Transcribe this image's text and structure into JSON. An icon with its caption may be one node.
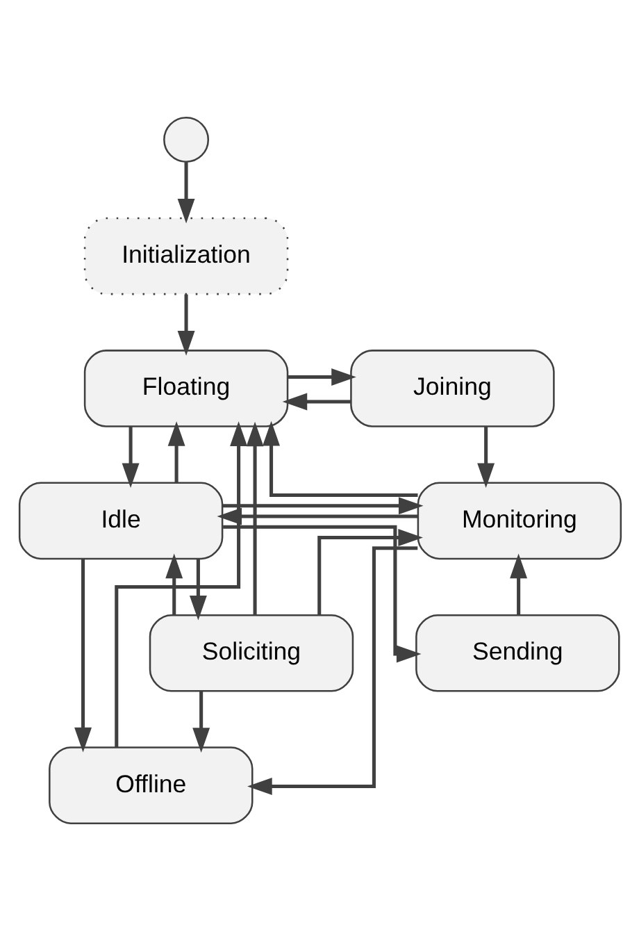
{
  "diagram": {
    "nodes": [
      {
        "text": [],
        "shape": "circle"
      },
      {
        "text": [
          "Initialization"
        ]
      },
      {
        "text": [
          "Floating"
        ]
      },
      {
        "text": [
          "Joining"
        ]
      },
      {
        "text": [
          "Offline"
        ]
      },
      {
        "text": [
          "Soliciting"
        ]
      },
      {
        "text": [
          "Idle"
        ]
      },
      {
        "text": [
          "Monitoring"
        ]
      },
      {
        "text": [
          "Sending"
        ]
      }
    ],
    "edges": [
      {
        "from": 0,
        "to": 1,
        "arrow": "to"
      },
      {
        "from": 1,
        "to": 2,
        "arrow": "to"
      },
      {
        "from": 2,
        "to": 3,
        "arrow": "to"
      },
      {
        "from": 3,
        "to": 2,
        "arrow": "to"
      },
      {
        "from": 4,
        "to": 2,
        "arrow": "to"
      },
      {
        "from": 6,
        "to": 2,
        "arrow": "to"
      },
      {
        "from": 2,
        "to": 6,
        "arrow": "to"
      },
      {
        "from": 6,
        "to": 4,
        "arrow": "to"
      },
      {
        "from": 5,
        "to": 2,
        "arrow": "to"
      },
      {
        "from": 5,
        "to": 4,
        "arrow": "to"
      },
      {
        "from": 6,
        "to": 5,
        "arrow": "to"
      },
      {
        "from": 5,
        "to": 6,
        "arrow": "to"
      },
      {
        "from": 5,
        "to": 7,
        "arrow": "to"
      },
      {
        "from": 7,
        "to": 4,
        "arrow": "to"
      },
      {
        "from": 7,
        "to": 2,
        "arrow": "to"
      },
      {
        "from": 3,
        "to": 7,
        "arrow": "to"
      },
      {
        "from": 7,
        "to": 6,
        "arrow": "to"
      },
      {
        "from": 6,
        "to": 7,
        "arrow": "to"
      },
      {
        "from": 6,
        "to": 8,
        "arrow": "to"
      },
      {
        "from": 8,
        "to": 7,
        "arrow": "to"
      }
    ]
  }
}
